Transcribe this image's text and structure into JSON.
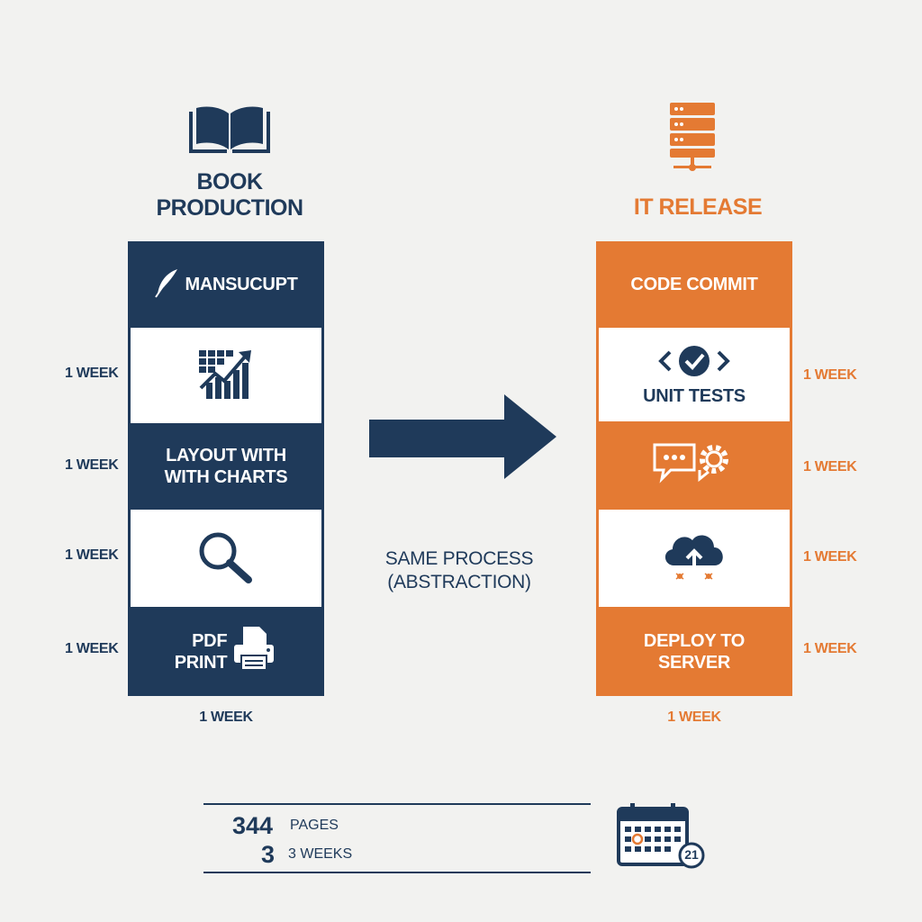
{
  "book": {
    "title_line1": "BOOK",
    "title_line2": "PRODUCTION",
    "steps": {
      "manuscript": "MANSUCUPT",
      "layout_line1": "LAYOUT WITH",
      "layout_line2": "WITH CHARTS",
      "pdf": "PDF",
      "print": "PRINT"
    },
    "weeks": [
      "1 WEEK",
      "1 WEEK",
      "1 WEEK",
      "1 WEEK"
    ],
    "bottom_week": "1 WEEK"
  },
  "it": {
    "title": "IT RELEASE",
    "steps": {
      "code_commit": "CODE COMMIT",
      "unit_tests": "UNIT TESTS",
      "deploy_line1": "DEPLOY TO",
      "deploy_line2": "SERVER"
    },
    "weeks": [
      "1 WEEK",
      "1 WEEK",
      "1 WEEK",
      "1 WEEK"
    ],
    "bottom_week": "1 WEEK"
  },
  "center": {
    "caption_line1": "SAME PROCESS",
    "caption_line2": "(ABSTRACTION)"
  },
  "summary": {
    "pages_value": "344",
    "pages_label": "PAGES",
    "weeks_value": "3",
    "weeks_label": "3 WEEKS",
    "calendar_badge": "21"
  },
  "colors": {
    "navy": "#1f3a5a",
    "orange": "#e47a33",
    "background": "#f2f2f0"
  },
  "icons": [
    "book-icon",
    "server-icon",
    "quill-icon",
    "chart-icon",
    "magnifier-icon",
    "printer-icon",
    "code-check-icon",
    "chat-gear-icon",
    "cloud-upload-icon",
    "calendar-icon",
    "arrow-right-icon"
  ]
}
